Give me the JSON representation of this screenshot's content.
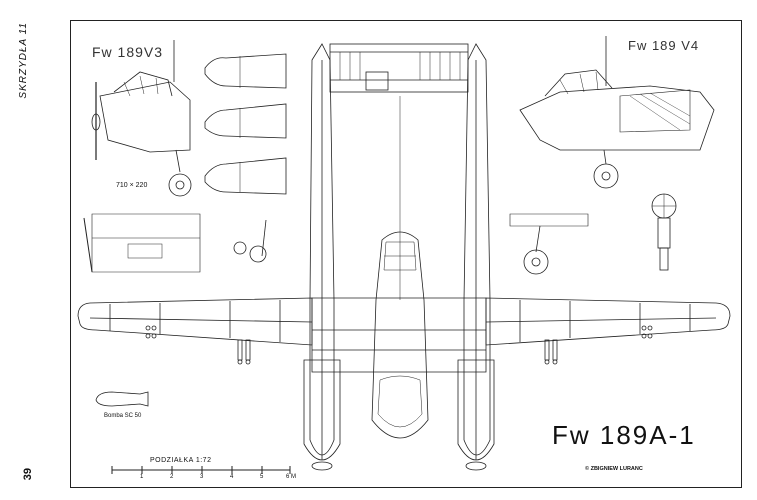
{
  "page": {
    "side_title": "SKRZYDŁA 11",
    "page_number": "39"
  },
  "labels": {
    "variant_v3": "Fw 189V3",
    "variant_v4": "Fw 189 V4",
    "main_title": "Fw 189A-1",
    "tire_size": "710 × 220",
    "bomb_label": "Bomba SC 50",
    "scale_label": "PODZIAŁKA  1:72",
    "copyright": "© ZBIGNIEW LURANC"
  },
  "scale": {
    "ticks": [
      "1",
      "2",
      "3",
      "4",
      "5",
      "6 M"
    ]
  }
}
